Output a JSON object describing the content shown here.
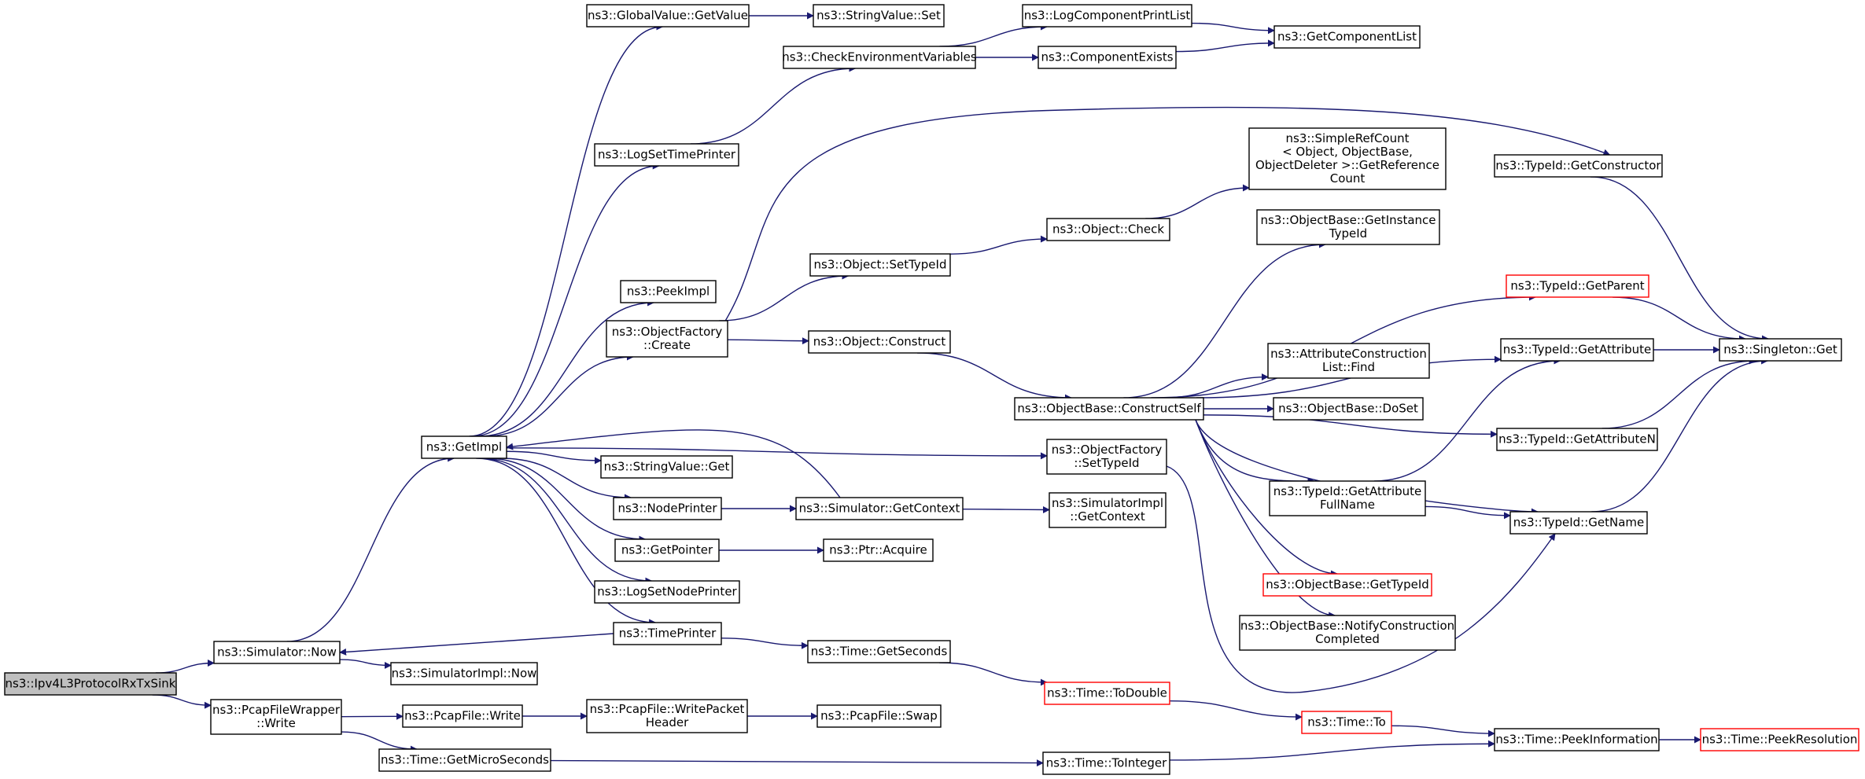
{
  "colors": {
    "edge": "#191970",
    "border": "#000000",
    "highlight_border": "#ff0000",
    "root_fill": "#bfbfbf",
    "node_fill": "#ffffff"
  },
  "nodes": [
    {
      "id": "root",
      "lines": [
        "ns3::Ipv4L3ProtocolRxTxSink"
      ],
      "style": "root"
    },
    {
      "id": "sim_now",
      "lines": [
        "ns3::Simulator::Now"
      ]
    },
    {
      "id": "pcap_wrap",
      "lines": [
        "ns3::PcapFileWrapper",
        "::Write"
      ]
    },
    {
      "id": "getimpl",
      "lines": [
        "ns3::GetImpl"
      ]
    },
    {
      "id": "simimpl_now",
      "lines": [
        "ns3::SimulatorImpl::Now"
      ]
    },
    {
      "id": "pcap_write",
      "lines": [
        "ns3::PcapFile::Write"
      ]
    },
    {
      "id": "pcap_wph",
      "lines": [
        "ns3::PcapFile::WritePacket",
        "Header"
      ]
    },
    {
      "id": "pcap_swap",
      "lines": [
        "ns3::PcapFile::Swap"
      ]
    },
    {
      "id": "time_micro",
      "lines": [
        "ns3::Time::GetMicroSeconds"
      ]
    },
    {
      "id": "time_toint",
      "lines": [
        "ns3::Time::ToInteger"
      ]
    },
    {
      "id": "time_peekinfo",
      "lines": [
        "ns3::Time::PeekInformation"
      ]
    },
    {
      "id": "time_peekres",
      "lines": [
        "ns3::Time::PeekResolution"
      ],
      "style": "red"
    },
    {
      "id": "gv_getvalue",
      "lines": [
        "ns3::GlobalValue::GetValue"
      ]
    },
    {
      "id": "sv_set",
      "lines": [
        "ns3::StringValue::Set"
      ]
    },
    {
      "id": "logsettp",
      "lines": [
        "ns3::LogSetTimePrinter"
      ]
    },
    {
      "id": "checkenv",
      "lines": [
        "ns3::CheckEnvironmentVariables"
      ]
    },
    {
      "id": "logcpl",
      "lines": [
        "ns3::LogComponentPrintList"
      ]
    },
    {
      "id": "compexists",
      "lines": [
        "ns3::ComponentExists"
      ]
    },
    {
      "id": "getcomplist",
      "lines": [
        "ns3::GetComponentList"
      ]
    },
    {
      "id": "peekimpl",
      "lines": [
        "ns3::PeekImpl"
      ]
    },
    {
      "id": "of_create",
      "lines": [
        "ns3::ObjectFactory",
        "::Create"
      ]
    },
    {
      "id": "sv_get",
      "lines": [
        "ns3::StringValue::Get"
      ]
    },
    {
      "id": "nodeprinter",
      "lines": [
        "ns3::NodePrinter"
      ]
    },
    {
      "id": "getpointer",
      "lines": [
        "ns3::GetPointer"
      ]
    },
    {
      "id": "logsetnp",
      "lines": [
        "ns3::LogSetNodePrinter"
      ]
    },
    {
      "id": "timeprinter",
      "lines": [
        "ns3::TimePrinter"
      ]
    },
    {
      "id": "sim_getctx",
      "lines": [
        "ns3::Simulator::GetContext"
      ]
    },
    {
      "id": "ptr_acquire",
      "lines": [
        "ns3::Ptr::Acquire"
      ]
    },
    {
      "id": "time_getsec",
      "lines": [
        "ns3::Time::GetSeconds"
      ]
    },
    {
      "id": "time_todouble",
      "lines": [
        "ns3::Time::ToDouble"
      ],
      "style": "red"
    },
    {
      "id": "time_to",
      "lines": [
        "ns3::Time::To"
      ],
      "style": "red"
    },
    {
      "id": "obj_settypeid",
      "lines": [
        "ns3::Object::SetTypeId"
      ]
    },
    {
      "id": "obj_construct",
      "lines": [
        "ns3::Object::Construct"
      ]
    },
    {
      "id": "obj_check",
      "lines": [
        "ns3::Object::Check"
      ]
    },
    {
      "id": "simplerefcount",
      "lines": [
        "ns3::SimpleRefCount",
        "< Object, ObjectBase,",
        " ObjectDeleter >::GetReference",
        "Count"
      ]
    },
    {
      "id": "ob_constructself",
      "lines": [
        "ns3::ObjectBase::ConstructSelf"
      ]
    },
    {
      "id": "of_settypeid",
      "lines": [
        "ns3::ObjectFactory",
        "::SetTypeId"
      ]
    },
    {
      "id": "simimpl_getctx",
      "lines": [
        "ns3::SimulatorImpl",
        "::GetContext"
      ]
    },
    {
      "id": "ob_getinstance",
      "lines": [
        "ns3::ObjectBase::GetInstance",
        "TypeId"
      ]
    },
    {
      "id": "acl_find",
      "lines": [
        "ns3::AttributeConstruction",
        "List::Find"
      ]
    },
    {
      "id": "ob_doset",
      "lines": [
        "ns3::ObjectBase::DoSet"
      ]
    },
    {
      "id": "tid_getattrfull",
      "lines": [
        "ns3::TypeId::GetAttribute",
        "FullName"
      ]
    },
    {
      "id": "ob_gettypeid",
      "lines": [
        "ns3::ObjectBase::GetTypeId"
      ],
      "style": "red"
    },
    {
      "id": "ob_notify",
      "lines": [
        "ns3::ObjectBase::NotifyConstruction",
        "Completed"
      ]
    },
    {
      "id": "tid_getconstructor",
      "lines": [
        "ns3::TypeId::GetConstructor"
      ]
    },
    {
      "id": "tid_getparent",
      "lines": [
        "ns3::TypeId::GetParent"
      ],
      "style": "red"
    },
    {
      "id": "tid_getattribute",
      "lines": [
        "ns3::TypeId::GetAttribute"
      ]
    },
    {
      "id": "tid_getattributen",
      "lines": [
        "ns3::TypeId::GetAttributeN"
      ]
    },
    {
      "id": "tid_getname",
      "lines": [
        "ns3::TypeId::GetName"
      ]
    },
    {
      "id": "singleton_get",
      "lines": [
        "ns3::Singleton::Get"
      ]
    }
  ],
  "edges": [
    [
      "root",
      "sim_now"
    ],
    [
      "root",
      "pcap_wrap"
    ],
    [
      "sim_now",
      "getimpl"
    ],
    [
      "sim_now",
      "simimpl_now"
    ],
    [
      "pcap_wrap",
      "pcap_write"
    ],
    [
      "pcap_wrap",
      "time_micro"
    ],
    [
      "pcap_write",
      "pcap_wph"
    ],
    [
      "pcap_wph",
      "pcap_swap"
    ],
    [
      "time_micro",
      "time_toint"
    ],
    [
      "time_toint",
      "time_peekinfo"
    ],
    [
      "time_peekinfo",
      "time_peekres"
    ],
    [
      "getimpl",
      "gv_getvalue"
    ],
    [
      "getimpl",
      "logsettp"
    ],
    [
      "getimpl",
      "peekimpl"
    ],
    [
      "getimpl",
      "of_create"
    ],
    [
      "getimpl",
      "sv_get"
    ],
    [
      "getimpl",
      "nodeprinter"
    ],
    [
      "getimpl",
      "getpointer"
    ],
    [
      "getimpl",
      "logsetnp"
    ],
    [
      "getimpl",
      "timeprinter"
    ],
    [
      "getimpl",
      "of_settypeid"
    ],
    [
      "gv_getvalue",
      "sv_set"
    ],
    [
      "logsettp",
      "checkenv"
    ],
    [
      "checkenv",
      "logcpl"
    ],
    [
      "checkenv",
      "compexists"
    ],
    [
      "logcpl",
      "getcomplist"
    ],
    [
      "compexists",
      "getcomplist"
    ],
    [
      "of_create",
      "obj_settypeid"
    ],
    [
      "of_create",
      "obj_construct"
    ],
    [
      "of_create",
      "tid_getconstructor"
    ],
    [
      "obj_settypeid",
      "obj_check"
    ],
    [
      "obj_check",
      "simplerefcount"
    ],
    [
      "obj_construct",
      "ob_constructself"
    ],
    [
      "nodeprinter",
      "sim_getctx"
    ],
    [
      "sim_getctx",
      "getimpl"
    ],
    [
      "sim_getctx",
      "simimpl_getctx"
    ],
    [
      "getpointer",
      "ptr_acquire"
    ],
    [
      "timeprinter",
      "sim_now"
    ],
    [
      "timeprinter",
      "time_getsec"
    ],
    [
      "time_getsec",
      "time_todouble"
    ],
    [
      "time_todouble",
      "time_to"
    ],
    [
      "time_to",
      "time_peekinfo"
    ],
    [
      "of_settypeid",
      "tid_getname"
    ],
    [
      "ob_constructself",
      "ob_getinstance"
    ],
    [
      "ob_constructself",
      "tid_getparent"
    ],
    [
      "ob_constructself",
      "tid_getattribute"
    ],
    [
      "ob_constructself",
      "acl_find"
    ],
    [
      "ob_constructself",
      "ob_doset"
    ],
    [
      "ob_constructself",
      "tid_getattributen"
    ],
    [
      "ob_constructself",
      "tid_getattrfull"
    ],
    [
      "ob_constructself",
      "tid_getname"
    ],
    [
      "ob_constructself",
      "ob_gettypeid"
    ],
    [
      "ob_constructself",
      "ob_notify"
    ],
    [
      "tid_getattrfull",
      "tid_getattribute"
    ],
    [
      "tid_getattrfull",
      "tid_getname"
    ],
    [
      "tid_getconstructor",
      "singleton_get"
    ],
    [
      "tid_getparent",
      "singleton_get"
    ],
    [
      "tid_getattribute",
      "singleton_get"
    ],
    [
      "tid_getattributen",
      "singleton_get"
    ],
    [
      "tid_getname",
      "singleton_get"
    ]
  ]
}
